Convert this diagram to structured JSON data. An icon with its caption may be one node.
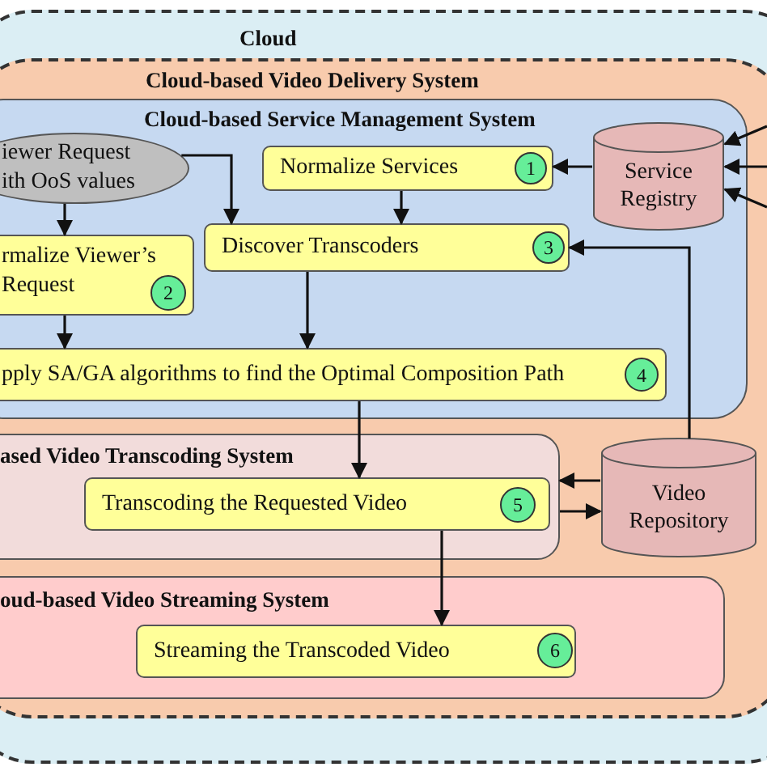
{
  "diagram": {
    "nodes": [
      {
        "text": [
          "Cloud"
        ]
      },
      {
        "text": [
          "Cloud-based Video Delivery System"
        ],
        "in": 0
      },
      {
        "text": [
          "Cloud-based Service Management System"
        ],
        "in": 1
      },
      {
        "text": [
          "iewer Request ith OoS values"
        ],
        "in": 2
      },
      {
        "text": [
          "Normalize Services"
        ],
        "in": 2
      },
      {
        "text": [
          "1"
        ],
        "in": 4
      },
      {
        "text": [
          "Service Registry"
        ],
        "in": 2
      },
      {
        "text": [
          "rmalize Viewer’s Request"
        ],
        "in": 2
      },
      {
        "text": [
          "2"
        ],
        "in": 7
      },
      {
        "text": [
          "Discover Transcoders"
        ],
        "in": 2
      },
      {
        "text": [
          "3"
        ],
        "in": 9
      },
      {
        "text": [
          "pply SA/GA algorithms to find the Optimal Composition Path"
        ],
        "in": 2
      },
      {
        "text": [
          "4"
        ],
        "in": 11
      },
      {
        "text": [
          "ased Video Transcoding System"
        ],
        "in": 1
      },
      {
        "text": [
          "Transcoding the Requested Video"
        ],
        "in": 13
      },
      {
        "text": [
          "5"
        ],
        "in": 14
      },
      {
        "text": [
          "Video Repository"
        ],
        "in": 1
      },
      {
        "text": [
          "oud-based Video Streaming System"
        ],
        "in": 1
      },
      {
        "text": [
          "Streaming the Transcoded Video"
        ],
        "in": 17
      },
      {
        "text": [
          "6"
        ],
        "in": 18
      }
    ],
    "edges": [
      {
        "from": null,
        "to": 6,
        "arrow": "to"
      },
      {
        "from": null,
        "to": 6,
        "arrow": "to"
      },
      {
        "from": null,
        "to": 6,
        "arrow": "to"
      },
      {
        "from": 6,
        "to": 4,
        "arrow": "to"
      },
      {
        "from": 4,
        "to": 9,
        "arrow": "to"
      },
      {
        "from": 3,
        "to": 7,
        "arrow": "to"
      },
      {
        "from": 3,
        "to": 9,
        "arrow": "to"
      },
      {
        "from": 7,
        "to": 11,
        "arrow": "to"
      },
      {
        "from": 9,
        "to": 11,
        "arrow": "to"
      },
      {
        "from": 11,
        "to": 14,
        "arrow": "to"
      },
      {
        "from": 16,
        "to": 9,
        "arrow": "to"
      },
      {
        "from": 16,
        "to": 13,
        "arrow": "to"
      },
      {
        "from": 13,
        "to": 16,
        "arrow": "to"
      },
      {
        "from": 14,
        "to": 18,
        "arrow": "to"
      }
    ]
  }
}
